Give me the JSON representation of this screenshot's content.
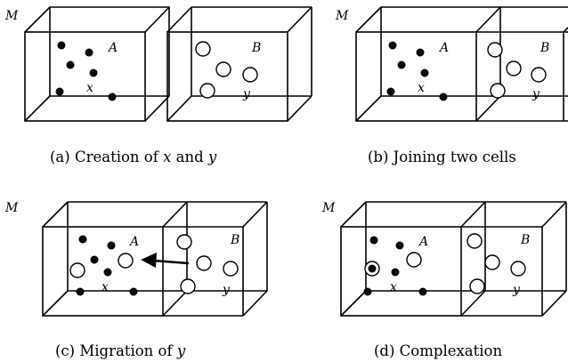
{
  "panels": [
    {
      "id": "a",
      "corner_label": "M",
      "cells": [
        {
          "label": "A",
          "var": "x"
        },
        {
          "label": "B",
          "var": "y"
        }
      ],
      "caption_prefix": "(a) Creation of ",
      "caption_var1": "x",
      "caption_mid": " and ",
      "caption_var2": "y"
    },
    {
      "id": "b",
      "corner_label": "M",
      "cells": [
        {
          "label": "A",
          "var": "x"
        },
        {
          "label": "B",
          "var": "y"
        }
      ],
      "caption_prefix": "(b) Joining two cells"
    },
    {
      "id": "c",
      "corner_label": "M",
      "cells": [
        {
          "label": "A",
          "var": "x"
        },
        {
          "label": "B",
          "var": "y"
        }
      ],
      "caption_prefix": "(c) Migration of ",
      "caption_var1": "y"
    },
    {
      "id": "d",
      "corner_label": "M",
      "cells": [
        {
          "label": "A",
          "var": "x"
        },
        {
          "label": "B",
          "var": "y"
        }
      ],
      "caption_prefix": "(d) Complexation"
    }
  ]
}
